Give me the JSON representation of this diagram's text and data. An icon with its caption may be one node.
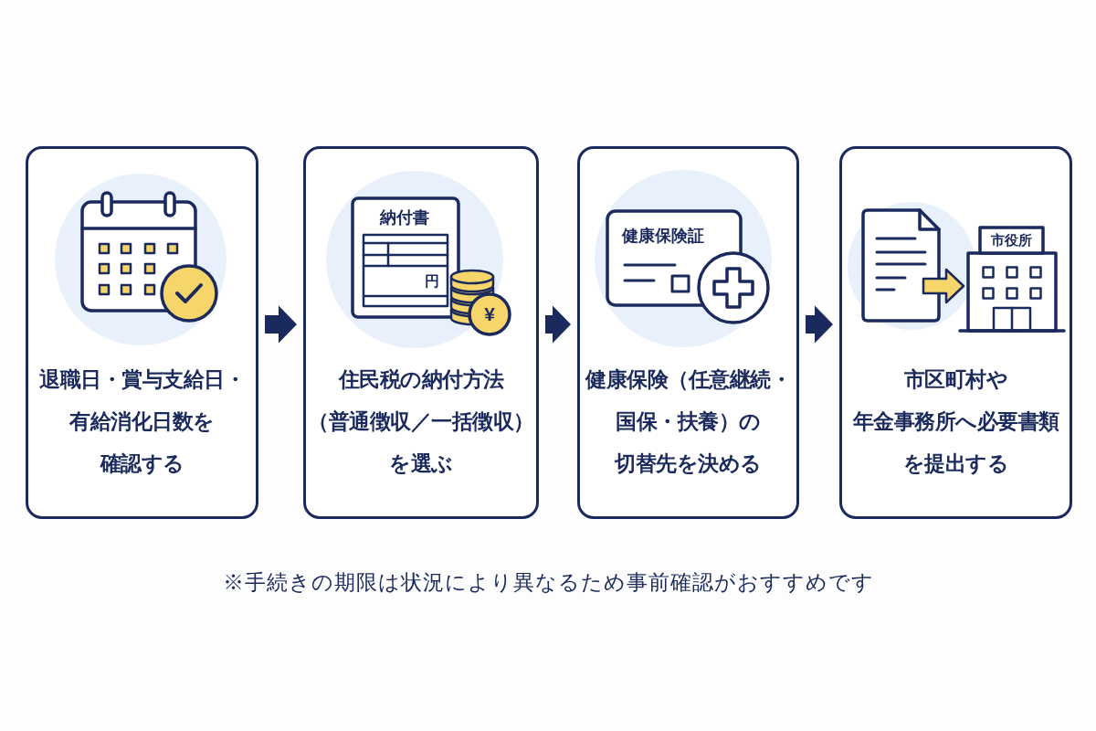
{
  "diagram": {
    "nodes": [
      {
        "text": [
          "退職日・賞与支給日・有給消化日数を確認する"
        ]
      },
      {
        "text": [
          "住民税の納付方法（普通徴収／一括徴収）を選ぶ"
        ]
      },
      {
        "text": [
          "健康保険（任意継続・国保・扶養）の切替先を決める"
        ]
      },
      {
        "text": [
          "市区町村や年金事務所へ必要書類を提出する"
        ]
      }
    ],
    "edges": [
      {
        "from": 0,
        "to": 1,
        "arrow": "to"
      },
      {
        "from": 1,
        "to": 2,
        "arrow": "to"
      },
      {
        "from": 2,
        "to": 3,
        "arrow": "to"
      }
    ],
    "labels": [
      "納付書",
      "円",
      "¥",
      "健康保険証",
      "市役所",
      "※手続きの期限は状況により異なるため事前確認がおすすめです"
    ]
  }
}
